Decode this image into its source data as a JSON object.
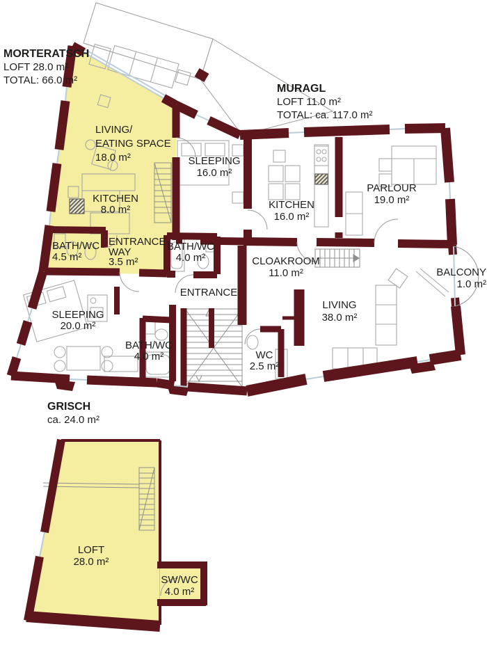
{
  "colors": {
    "wall": "#5E161D",
    "highlight": "#F5EDA0",
    "outline": "#a8a8a8",
    "window": "#b9cdda"
  },
  "apartments": {
    "morteratsch": {
      "name": "MORTERATSCH",
      "loft": "LOFT 28.0 m²",
      "total": "TOTAL: 66.0 m²"
    },
    "muragl": {
      "name": "MURAGL",
      "loft": "LOFT 11.0 m²",
      "total": "TOTAL: ca. 117.0 m²"
    },
    "grisch": {
      "name": "GRISCH",
      "area": "ca. 24.0 m²"
    }
  },
  "rooms": {
    "living_eating": {
      "line1": "LIVING/",
      "line2": "EATING SPACE",
      "area": "18.0 m²"
    },
    "sleeping16": {
      "name": "SLEEPING",
      "area": "16.0 m²"
    },
    "kitchen8": {
      "name": "KITCHEN",
      "area": "8.0 m²"
    },
    "kitchen16": {
      "name": "KITCHEN",
      "area": "16.0 m²"
    },
    "parlour": {
      "name": "PARLOUR",
      "area": "19.0 m²"
    },
    "bath45": {
      "name": "BATH/WC",
      "area": "4.5 m²"
    },
    "entranceway": {
      "line1": "ENTRANCE-",
      "line2": "WAY",
      "area": "3.5 m²"
    },
    "bath40_muragl": {
      "name": "BATH/WC",
      "area": "4.0 m²"
    },
    "cloakroom": {
      "name": "CLOAKROOM",
      "area": "11.0 m²"
    },
    "entrance": {
      "name": "ENTRANCE"
    },
    "living38": {
      "name": "LIVING",
      "area": "38.0 m²"
    },
    "sleeping20": {
      "name": "SLEEPING",
      "area": "20.0 m²"
    },
    "bath40_lower": {
      "name": "BATH/WC",
      "area": "4.0 m²"
    },
    "wc25": {
      "name": "WC",
      "area": "2.5 m²"
    },
    "balcony": {
      "name": "BALCONY",
      "area": "1.0 m²"
    },
    "loft": {
      "name": "LOFT",
      "area": "28.0 m²"
    },
    "swwc": {
      "name": "SW/WC",
      "area": "4.0 m²"
    }
  }
}
